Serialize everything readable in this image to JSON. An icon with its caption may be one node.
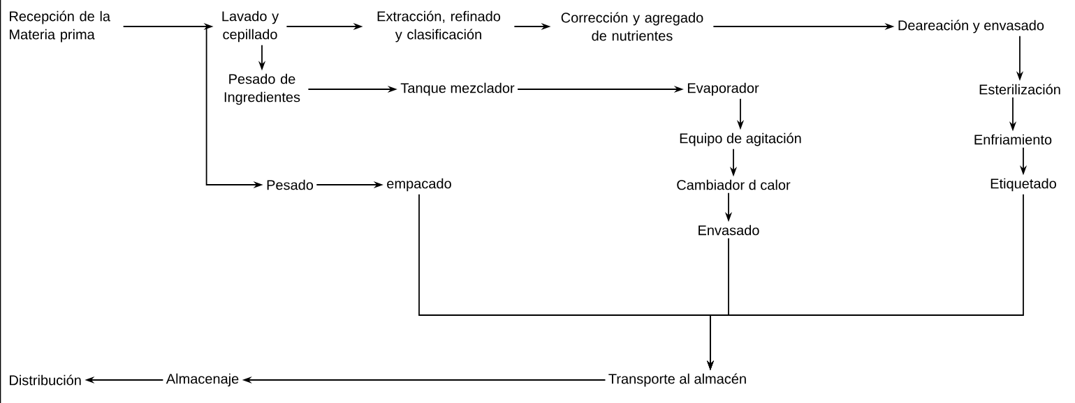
{
  "diagram": {
    "nodes": [
      {
        "text": [
          "Recepción de la Materia prima"
        ]
      },
      {
        "text": [
          "Lavado y cepillado"
        ]
      },
      {
        "text": [
          "Extracción, refinado y clasificación"
        ]
      },
      {
        "text": [
          "Corrección y agregado de nutrientes"
        ]
      },
      {
        "text": [
          "Deareación y envasado"
        ]
      },
      {
        "text": [
          "Pesado de Ingredientes"
        ]
      },
      {
        "text": [
          "Tanque mezclador"
        ]
      },
      {
        "text": [
          "Evaporador"
        ]
      },
      {
        "text": [
          "Esterilización"
        ]
      },
      {
        "text": [
          "Equipo de agitación"
        ]
      },
      {
        "text": [
          "Enfriamiento"
        ]
      },
      {
        "text": [
          "Pesado"
        ]
      },
      {
        "text": [
          "empacado"
        ]
      },
      {
        "text": [
          "Cambiador d calor"
        ]
      },
      {
        "text": [
          "Etiquetado"
        ]
      },
      {
        "text": [
          "Envasado"
        ]
      },
      {
        "text": [
          "Distribución"
        ]
      },
      {
        "text": [
          "Almacenaje"
        ]
      },
      {
        "text": [
          "Transporte al almacén"
        ]
      }
    ],
    "edges": [
      {
        "from": 0,
        "to": 1,
        "arrow": "to"
      },
      {
        "from": 0,
        "to": 11,
        "arrow": "to"
      },
      {
        "from": 1,
        "to": 2,
        "arrow": "to"
      },
      {
        "from": 2,
        "to": 3,
        "arrow": "to"
      },
      {
        "from": 3,
        "to": 4,
        "arrow": "to"
      },
      {
        "from": 1,
        "to": 5,
        "arrow": "to"
      },
      {
        "from": 5,
        "to": 6,
        "arrow": "to"
      },
      {
        "from": 6,
        "to": 7,
        "arrow": "to"
      },
      {
        "from": 4,
        "to": 8,
        "arrow": "to"
      },
      {
        "from": 8,
        "to": 10,
        "arrow": "to"
      },
      {
        "from": 10,
        "to": 14,
        "arrow": "to"
      },
      {
        "from": 7,
        "to": 9,
        "arrow": "to"
      },
      {
        "from": 9,
        "to": 13,
        "arrow": "to"
      },
      {
        "from": 13,
        "to": 15,
        "arrow": "to"
      },
      {
        "from": 11,
        "to": 12,
        "arrow": "to"
      },
      {
        "from": 12,
        "to": 18,
        "arrow": "to"
      },
      {
        "from": 15,
        "to": 18,
        "arrow": "to"
      },
      {
        "from": 14,
        "to": 18,
        "arrow": "to"
      },
      {
        "from": 18,
        "to": 17,
        "arrow": "to"
      },
      {
        "from": 17,
        "to": 16,
        "arrow": "to"
      }
    ]
  }
}
